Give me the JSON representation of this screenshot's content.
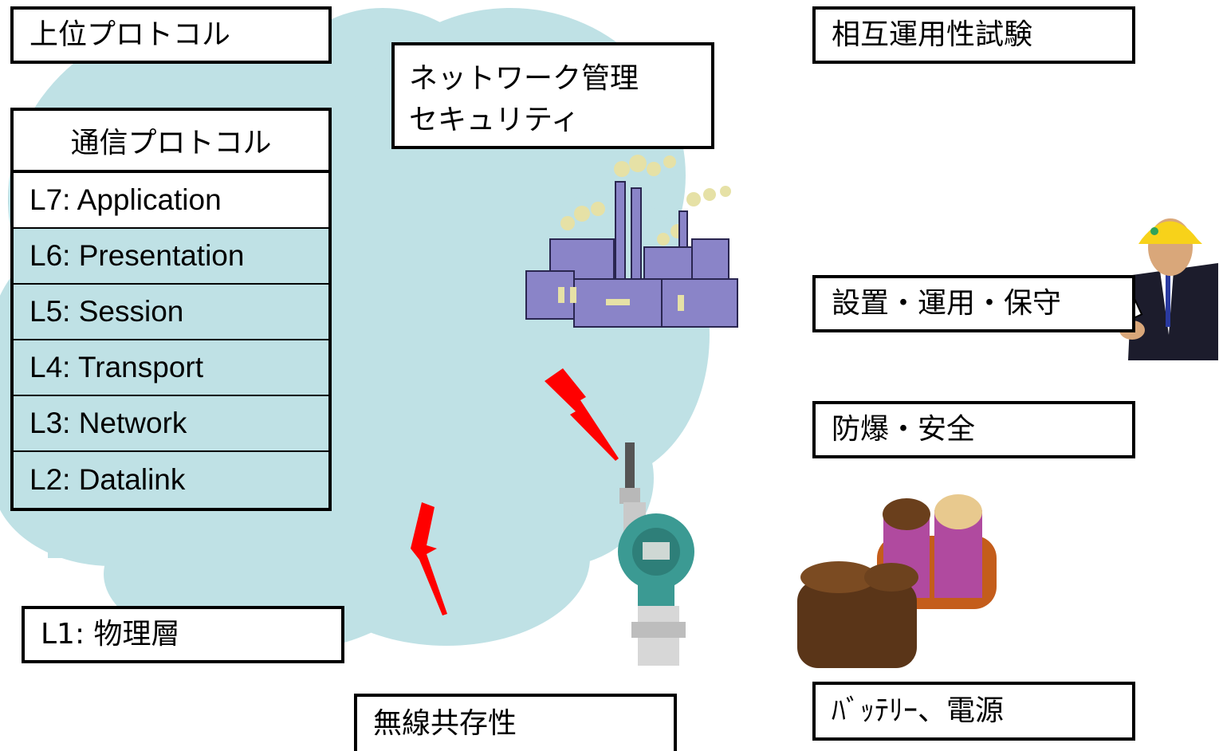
{
  "upper_protocol": "上位プロトコル",
  "network_mgmt": {
    "line1": "ネットワーク管理",
    "line2": "セキュリティ"
  },
  "interop": "相互運用性試験",
  "comm_protocol": {
    "title": "通信プロトコル",
    "layers": [
      "L7: Application",
      "L6: Presentation",
      "L5: Session",
      "L4: Transport",
      "L3: Network",
      "L2: Datalink"
    ]
  },
  "physical_layer": "L1: 物理層",
  "coexistence": "無線共存性",
  "install": "設置・運用・保守",
  "explosion": "防爆・安全",
  "battery": "ﾊﾞｯﾃﾘｰ、電源",
  "colors": {
    "cloud": "#bfe1e5",
    "lightning": "#ff0000",
    "factory": "#8a84c8"
  }
}
